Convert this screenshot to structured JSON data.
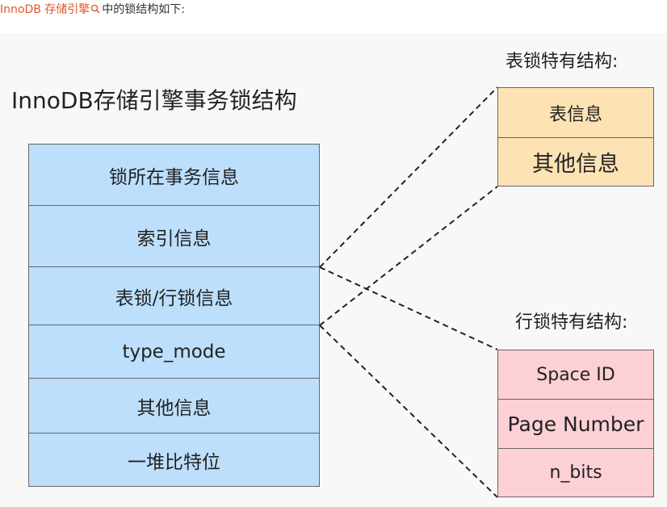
{
  "intro": {
    "link_text": "InnoDB 存储引擎",
    "suffix_text": "中的锁结构如下:"
  },
  "diagram": {
    "main_title": "InnoDB存储引擎事务锁结构",
    "main_fields": [
      "锁所在事务信息",
      "索引信息",
      "表锁/行锁信息",
      "type_mode",
      "其他信息",
      "一堆比特位"
    ],
    "table_lock": {
      "title": "表锁特有结构:",
      "fields": [
        "表信息",
        "其他信息"
      ]
    },
    "row_lock": {
      "title": "行锁特有结构:",
      "fields": [
        "Space ID",
        "Page Number",
        "n_bits"
      ]
    }
  },
  "colors": {
    "main_fill": "#bddffb",
    "table_fill": "#fde2b4",
    "row_fill": "#fdd0d6",
    "link": "#e4572e"
  }
}
